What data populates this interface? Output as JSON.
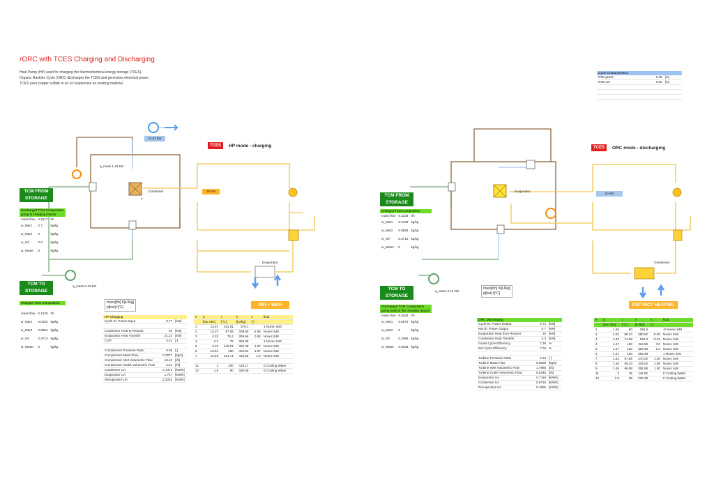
{
  "header": {
    "title": "rORC with TCES Charging and Discharging",
    "desc": [
      "Heat Pump (HP) used for charging the thermochemical energy storage (TCES).",
      "Organic Rankine Cycle (ORC) discharges the TCES and generates electrical power.",
      "TCES uses copper sulfate in an oil suspension as working material."
    ]
  },
  "cycle_char": {
    "title": "Cycle Characteristics",
    "rows": [
      {
        "k": "RTE,gross",
        "v": "0.36",
        "u": "[%]"
      },
      {
        "k": "RTE,net",
        "v": "0.02",
        "u": "[%]"
      }
    ]
  },
  "hp": {
    "tag": "TCES",
    "mode": "HP mode - charging",
    "q_loss_top": "q_mass  1.34   kW",
    "power_box": "21.03 kW",
    "heat_box": "30 kW",
    "condenser": "Condenser",
    "evaporator": "Evaporator",
    "label_7": "7",
    "rei_weh": "REI + WEH",
    "q_loss_bottom": "q_mass   0.43    kW",
    "tcm_from": [
      "TCM FROM",
      "STORAGE"
    ],
    "tcm_to": [
      "TCM TO",
      "STORAGE"
    ],
    "comp_head": "Discharged TCM Composition going to charging reactor",
    "comp_rows": [
      {
        "k": "mass flow",
        "v": "0.1517",
        "u": "t/h"
      },
      {
        "k": "w_Mar1",
        "v": "0.7",
        "u": "kg/kg"
      },
      {
        "k": "w_Mar2",
        "v": "0",
        "u": "kg/kg"
      },
      {
        "k": "w_Oil",
        "v": "0.3",
        "u": "kg/kg"
      },
      {
        "k": "w_Water",
        "v": "0",
        "u": "kg/kg"
      }
    ],
    "charged_head": "Charged TCM Composition",
    "charged_rows": [
      {
        "k": "mass flow",
        "v": "0.1226",
        "u": "t/h"
      },
      {
        "k": "w_Mar1",
        "v": "0.0433",
        "u": "kg/kg"
      },
      {
        "k": "w_Mar2",
        "v": "0.5854",
        "u": "kg/kg"
      },
      {
        "k": "w_Oil",
        "v": "0.3713",
        "u": "kg/kg"
      },
      {
        "k": "w_Water",
        "v": "0",
        "u": "kg/kg"
      }
    ],
    "legend": [
      "mass[t/h]  h[kJ/kg]",
      "p[bar]    t[°C]"
    ],
    "perf_head": "HP Charging",
    "perf_rows": [
      {
        "k": "Cycle El. Power Input",
        "v": "0.77",
        "u": "[kW]"
      },
      {
        "k": "",
        "v": "",
        "u": ""
      },
      {
        "k": "Condenser Heat to Reactor",
        "v": "30",
        "u": "[kW]"
      },
      {
        "k": "Evaporator Heat Transfer",
        "v": "21.23",
        "u": "[kW]"
      },
      {
        "k": "COP",
        "v": "3.42",
        "u": "[-]"
      },
      {
        "k": "",
        "v": "",
        "u": ""
      },
      {
        "k": "Compressor Pressure Ratio",
        "v": "6.05",
        "u": "[-]"
      },
      {
        "k": "Compressor Mass Flow",
        "v": "0.2077",
        "u": "[kg/s]"
      },
      {
        "k": "Compressor Inlet Volumetric Flow",
        "v": "18.46",
        "u": "[l/s]"
      },
      {
        "k": "Compressor Outlet Volumetric Flow",
        "v": "2.51",
        "u": "[l/s]"
      },
      {
        "k": "Condenser UA",
        "v": "0.7372",
        "u": "[kW/K]"
      },
      {
        "k": "Evaporator UA",
        "v": "1.747",
        "u": "[kW/K]"
      },
      {
        "k": "Recuperator UA",
        "v": "2.2252",
        "u": "[kW/K]"
      }
    ],
    "state_cols": [
      "#",
      "p",
      "t",
      "h",
      "s",
      "fluid"
    ],
    "state_units": [
      "",
      "[bar abs]",
      "[°C]",
      "[kJ/kg]",
      "[-]",
      ""
    ],
    "state_rows": [
      [
        "1",
        "13.57",
        "151.61",
        "379.1",
        "",
        "1 Novec 649"
      ],
      [
        "2",
        "13.37",
        "97.55",
        "309.66",
        "-1.65",
        "Novec 649"
      ],
      [
        "3",
        "2.32",
        "75.3",
        "309.66",
        "0.53",
        "Novec 649"
      ],
      [
        "4",
        "2.3",
        "75",
        "363.35",
        "",
        "1 Novec 649"
      ],
      [
        "5",
        "2.25",
        "140.01",
        "432.48",
        "1.87",
        "Novec 649"
      ],
      [
        "6",
        "13.62",
        "180",
        "404.54",
        "1.87",
        "Novec 649"
      ],
      [
        "7",
        "13.59",
        "151.71",
        "419.55",
        "1.9",
        "Novec 649"
      ],
      [
        "",
        "",
        "",
        "",
        "",
        ""
      ],
      [
        "11",
        "2",
        "100",
        "419.17",
        "",
        "0 Cooling Water"
      ],
      [
        "12",
        "1.9",
        "80",
        "335.66",
        "",
        "0 Cooling Water"
      ]
    ]
  },
  "orc": {
    "tag": "TCES",
    "mode": "ORC mode - discharging",
    "heat_box": "10 kW",
    "evaporator": "Evaporator",
    "condenser": "Condenser",
    "district": "DISTRICT HEATING",
    "q_loss": "q_mass   3.12     kW",
    "tcm_from": [
      "TCM FROM",
      "STORAGE"
    ],
    "tcm_to": [
      "TCM TO",
      "STORAGE"
    ],
    "comp_head": "Charged TCM Composition",
    "comp_rows": [
      {
        "k": "mass flow",
        "v": "0.3236",
        "u": "t/h"
      },
      {
        "k": "w_Mar1",
        "v": "0.0433",
        "u": "kg/kg"
      },
      {
        "k": "w_Mar2",
        "v": "0.5854",
        "u": "kg/kg"
      },
      {
        "k": "w_Oil",
        "v": "0.3713",
        "u": "kg/kg"
      },
      {
        "k": "w_Water",
        "v": "0",
        "u": "kg/kg"
      }
    ],
    "discharged_head": "Discharged TCM Composition going back to the charging reactor",
    "discharged_rows": [
      {
        "k": "mass flow",
        "v": "0.4023",
        "u": "t/h"
      },
      {
        "k": "w_Mar1",
        "v": "0.6973",
        "u": "kg/kg"
      },
      {
        "k": "w_Mar2",
        "v": "0",
        "u": "kg/kg"
      },
      {
        "k": "w_Oil",
        "v": "0.2988",
        "u": "kg/kg"
      },
      {
        "k": "w_Water",
        "v": "0.0038",
        "u": "kg/kg"
      }
    ],
    "legend": [
      "mass[t/h]  h[kJ/kg]",
      "p[bar]    t[°C]"
    ],
    "perf_head": "ORC Discharging",
    "perf_rows": [
      {
        "k": "Cycle El. Power Output",
        "v": "0.74",
        "u": "[kW]"
      },
      {
        "k": "Net El. Power Output",
        "v": "0.7",
        "u": "[kW]"
      },
      {
        "k": "Evaporator Heat from Reactor",
        "v": "10",
        "u": "[kW]"
      },
      {
        "k": "Condenser Heat Transfer",
        "v": "9.3",
        "u": "[kW]"
      },
      {
        "k": "Gross Cycle Efficiency",
        "v": "7.35",
        "u": "%"
      },
      {
        "k": "Net Cycle Efficiency",
        "v": "7.04",
        "u": "%"
      },
      {
        "k": "",
        "v": "",
        "u": ""
      },
      {
        "k": "Turbine Pressure Ratio",
        "v": "2.94",
        "u": "[-]"
      },
      {
        "k": "Turbine Mass Flow",
        "v": "0.0689",
        "u": "[kg/s]"
      },
      {
        "k": "Turbine Inlet Volumetric Flow",
        "v": "1.7885",
        "u": "[l/s]"
      },
      {
        "k": "Turbine Outlet Volumetric Flow",
        "v": "5.6345",
        "u": "[l/s]"
      },
      {
        "k": "Evaporator UA",
        "v": "0.7118",
        "u": "[kW/K]"
      },
      {
        "k": "Condenser UA",
        "v": "0.6718",
        "u": "[kW/K]"
      },
      {
        "k": "Recuperator UA",
        "v": "0.1555",
        "u": "[kW/K]"
      }
    ],
    "state_cols": [
      "#",
      "p",
      "t",
      "h",
      "s",
      "fluid"
    ],
    "state_units": [
      "",
      "[bar abs]",
      "[°C]",
      "[kJ/kg]",
      "[-]",
      ""
    ],
    "state_rows": [
      [
        "1",
        "1.46",
        "90",
        "266.5",
        "",
        "-0 Novec 649"
      ],
      [
        "2",
        "4.62",
        "88.24",
        "280.62",
        "-0.68",
        "Novec 649"
      ],
      [
        "3",
        "4.52",
        "74.68",
        "283.3",
        "-0.43",
        "Novec 649"
      ],
      [
        "4",
        "4.47",
        "100",
        "312.99",
        "0.0",
        "Novec 649"
      ],
      [
        "5",
        "4.47",
        "100",
        "383.38",
        "1.0",
        "Novec 649"
      ],
      [
        "6",
        "4.47",
        "100",
        "383.38",
        "",
        "1 Novec 649"
      ],
      [
        "7",
        "1.52",
        "67.85",
        "370.02",
        "1.26",
        "Novec 649"
      ],
      [
        "8",
        "1.49",
        "68.24",
        "339.02",
        "1.09",
        "Novec 649"
      ],
      [
        "9",
        "1.49",
        "68.59",
        "351.58",
        "1.00",
        "Novec 649"
      ],
      [
        "11",
        "2",
        "35",
        "146.82",
        "",
        "0 Cooling Water"
      ],
      [
        "12",
        "1.9",
        "55",
        "230.38",
        "",
        "0 Cooling Water"
      ]
    ]
  }
}
